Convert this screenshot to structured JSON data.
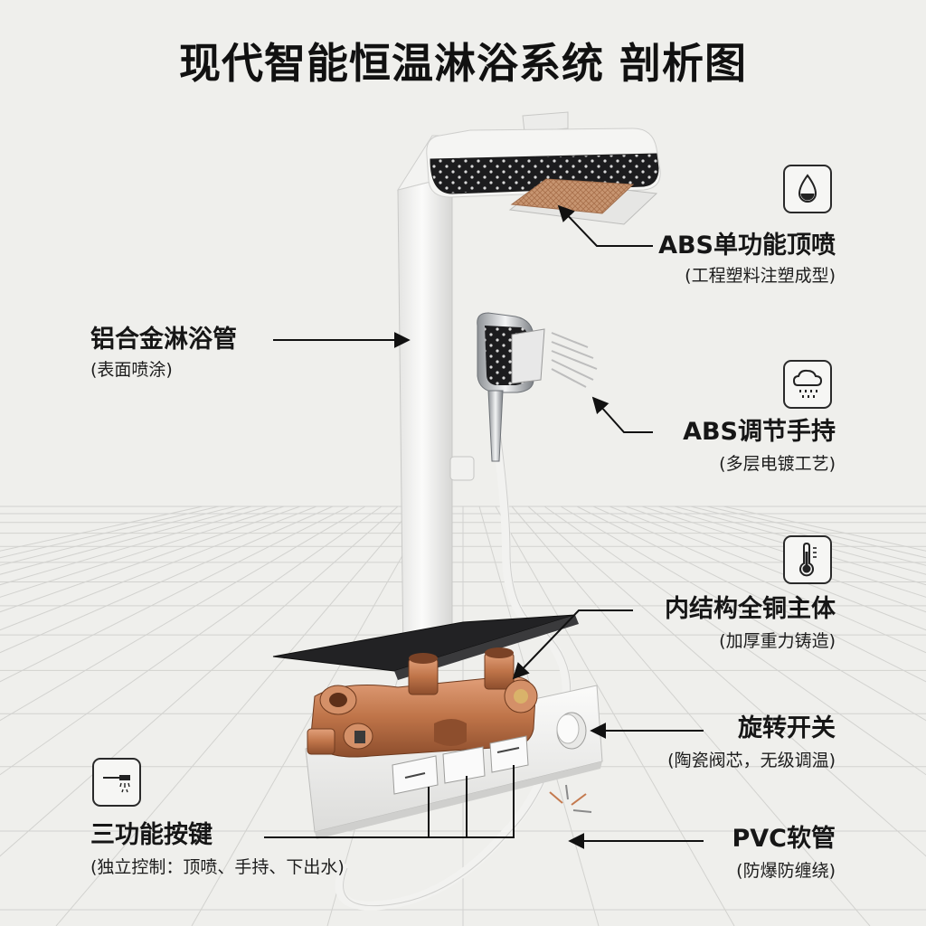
{
  "title": "现代智能恒温淋浴系统 剖析图",
  "callouts": {
    "top_spray": {
      "label": "ABS单功能顶喷",
      "sub": "(工程塑料注塑成型)",
      "icon": "water-drop-icon"
    },
    "pipe": {
      "label": "铝合金淋浴管",
      "sub": "(表面喷涂)"
    },
    "hand_shower": {
      "label": "ABS调节手持",
      "sub": "(多层电镀工艺)",
      "icon": "rain-cloud-icon"
    },
    "copper_body": {
      "label": "内结构全铜主体",
      "sub": "(加厚重力铸造)",
      "icon": "thermometer-icon"
    },
    "rotary_switch": {
      "label": "旋转开关",
      "sub": "(陶瓷阀芯，无级调温)"
    },
    "three_buttons": {
      "label": "三功能按键",
      "sub": "(独立控制：顶喷、手持、下出水)",
      "icon": "shower-head-icon"
    },
    "pvc_hose": {
      "label": "PVC软管",
      "sub": "(防爆防缠绕)"
    }
  },
  "colors": {
    "background": "#efefec",
    "white_body": "#f7f7f5",
    "black_glass": "#1b1b1c",
    "copper": "#c47a4f",
    "chrome": "#b9bcc0"
  }
}
